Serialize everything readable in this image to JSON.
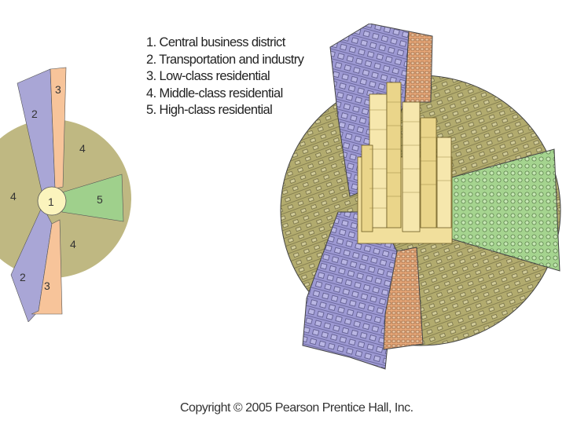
{
  "legend": {
    "items": [
      "1. Central business district",
      "2. Transportation and industry",
      "3. Low-class residential",
      "4. Middle-class residential",
      "5. High-class residential"
    ]
  },
  "diagram": {
    "labels": {
      "cbd": "1",
      "transport_top": "2",
      "transport_bottom": "2",
      "low_top": "3",
      "low_bottom": "3",
      "middle_left": "4",
      "middle_upper_right": "4",
      "middle_lower_right": "4",
      "high": "5"
    },
    "colors": {
      "cbd": "#fbf4bd",
      "transport": "#a9a6d6",
      "low_class": "#f7c49a",
      "middle_class": "#bfb882",
      "high_class": "#9fd08c"
    }
  },
  "copyright": "Copyright © 2005 Pearson Prentice Hall, Inc."
}
